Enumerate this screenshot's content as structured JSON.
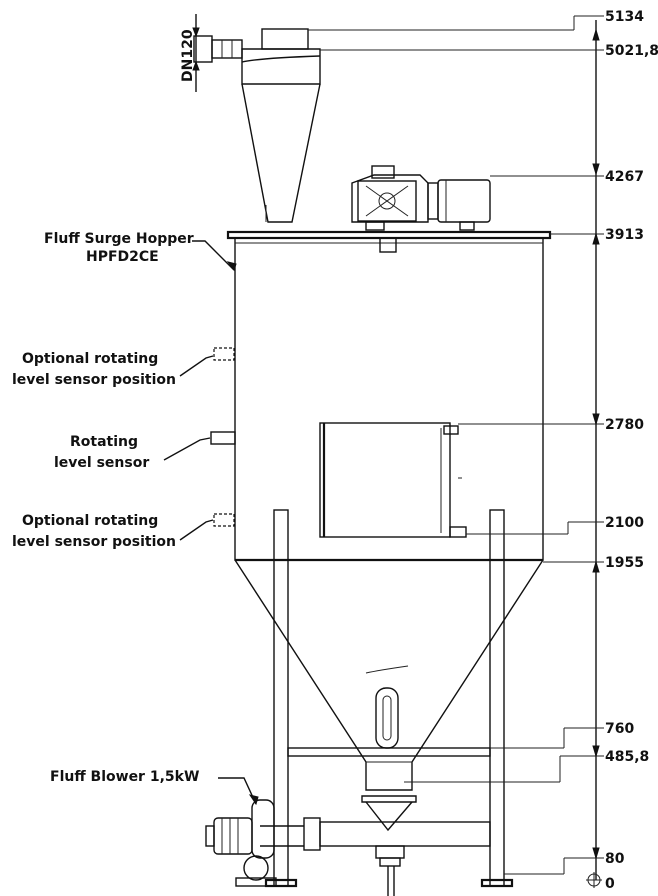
{
  "labels": {
    "hopper_line1": "Fluff Surge Hopper",
    "hopper_line2": "HPFD2CE",
    "opt_sensor_top_line1": "Optional rotating",
    "opt_sensor_top_line2": "level sensor position",
    "rot_sensor_line1": "Rotating",
    "rot_sensor_line2": "level sensor",
    "opt_sensor_bot_line1": "Optional rotating",
    "opt_sensor_bot_line2": "level sensor position",
    "blower": "Fluff Blower 1,5kW",
    "inlet": "DN120"
  },
  "dimensions": {
    "d5134": "5134",
    "d5021": "5021,8",
    "d4267": "4267",
    "d3913": "3913",
    "d2780": "2780",
    "d2100": "2100",
    "d1955": "1955",
    "d760": "760",
    "d485": "485,8",
    "d80": "80",
    "d0": "0"
  }
}
